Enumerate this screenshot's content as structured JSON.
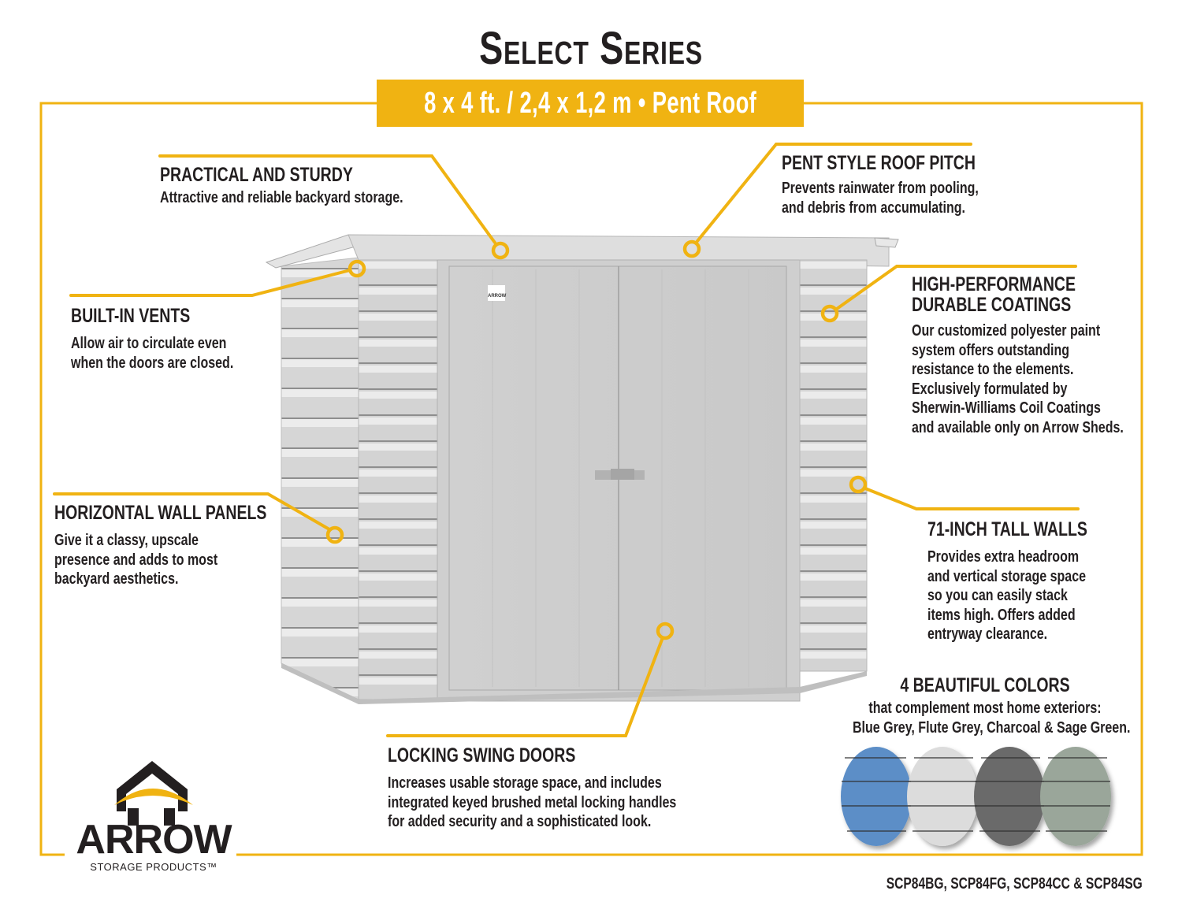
{
  "header": {
    "title": "Select Series",
    "subtitle": "8 x 4 ft. / 2,4 x 1,2 m  •  Pent Roof"
  },
  "colors": {
    "accent": "#f0b312",
    "text": "#231f20",
    "shed_body": "#d9d9d9"
  },
  "features": [
    {
      "id": "practical",
      "heading": "PRACTICAL AND STURDY",
      "body": "Attractive and reliable backyard storage."
    },
    {
      "id": "roof",
      "heading": "PENT STYLE ROOF PITCH",
      "body": "Prevents rainwater from pooling,\nand debris from accumulating."
    },
    {
      "id": "vents",
      "heading": "BUILT-IN VENTS",
      "body": "Allow air to circulate even\nwhen the doors are closed."
    },
    {
      "id": "coatings",
      "heading": "HIGH-PERFORMANCE\nDURABLE COATINGS",
      "heading_line1": "HIGH-PERFORMANCE",
      "heading_line2": "DURABLE COATINGS",
      "body": "Our customized polyester paint\nsystem offers outstanding\nresistance to the elements.\nExclusively formulated by\nSherwin-Williams Coil Coatings\nand available only on Arrow Sheds."
    },
    {
      "id": "panels",
      "heading": "HORIZONTAL WALL PANELS",
      "body": "Give it a classy, upscale\npresence and adds to most\nbackyard aesthetics."
    },
    {
      "id": "walls",
      "heading": "71-INCH TALL WALLS",
      "body": "Provides extra headroom\nand vertical storage space\nso you can easily stack\nitems high. Offers added\nentryway clearance."
    },
    {
      "id": "doors",
      "heading": "LOCKING SWING DOORS",
      "body": "Increases usable storage space, and includes\nintegrated keyed brushed metal locking handles\nfor added security and a sophisticated look."
    }
  ],
  "color_options": {
    "heading": "4 BEAUTIFUL COLORS",
    "line1": "that complement most home exteriors:",
    "line2": "Blue Grey, Flute Grey, Charcoal & Sage Green.",
    "swatches": [
      {
        "name": "Blue Grey",
        "hex": "#5b8ec7"
      },
      {
        "name": "Flute Grey",
        "hex": "#dcdcdc"
      },
      {
        "name": "Charcoal",
        "hex": "#6a6a6a"
      },
      {
        "name": "Sage Green",
        "hex": "#9aa69a"
      }
    ]
  },
  "logo": {
    "brand": "ARROW",
    "tagline": "STORAGE PRODUCTS™",
    "door_badge": "ARROW"
  },
  "models": "SCP84BG, SCP84FG, SCP84CC & SCP84SG"
}
